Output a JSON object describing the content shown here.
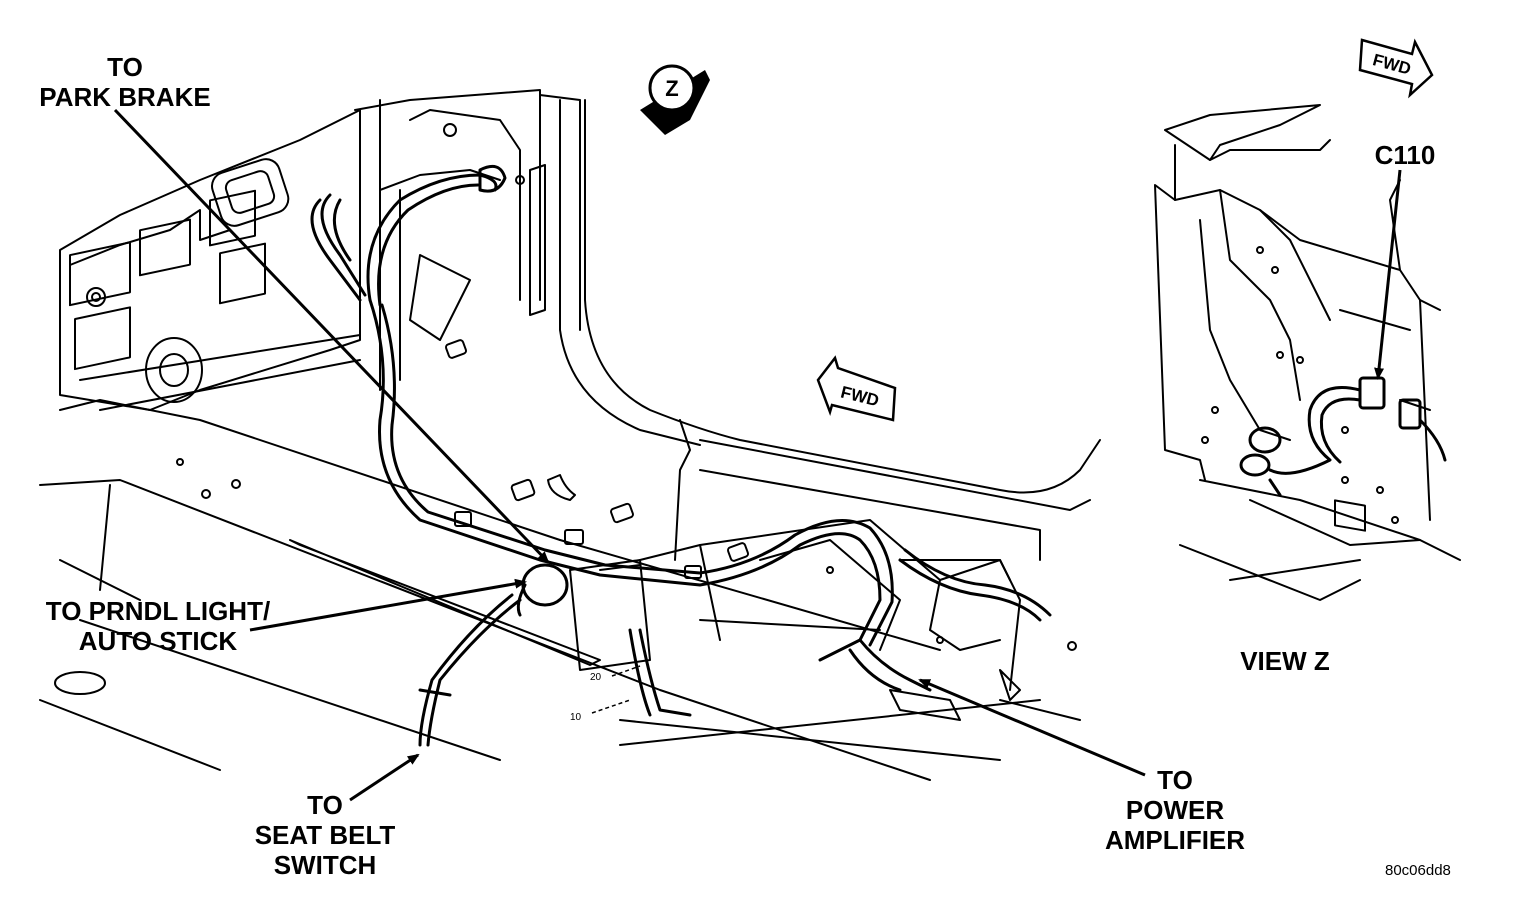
{
  "labels": {
    "park_brake": [
      "TO",
      "PARK BRAKE"
    ],
    "prndl": [
      "TO PRNDL LIGHT/",
      "AUTO STICK"
    ],
    "seat_belt": [
      "TO",
      "SEAT BELT",
      "SWITCH"
    ],
    "power_amp": [
      "TO",
      "POWER",
      "AMPLIFIER"
    ],
    "c110": "C110",
    "view_z": "VIEW Z"
  },
  "view_marker": "Z",
  "fwd_arrows": [
    "FWD",
    "FWD"
  ],
  "part_numbers": [
    "20",
    "10"
  ],
  "figure_code": "80c06dd8"
}
